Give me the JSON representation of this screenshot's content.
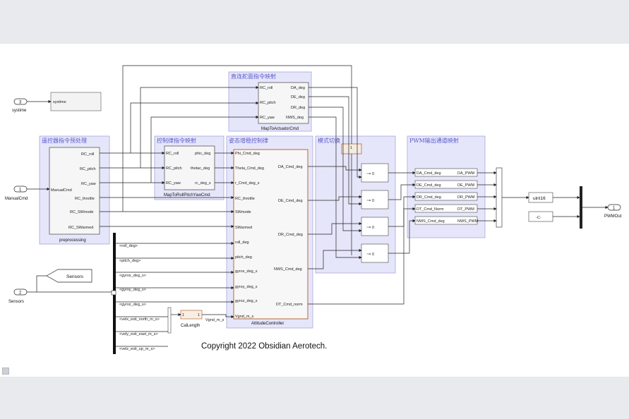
{
  "copyright": "Copyright 2022 Obsidian Aerotech.",
  "inports": [
    {
      "num": "3",
      "name": "systime"
    },
    {
      "num": "1",
      "name": "ManualCmd"
    },
    {
      "num": "2",
      "name": "Sensors"
    }
  ],
  "outport": {
    "num": "1",
    "name": "PWMOut"
  },
  "systime_block": "systime",
  "sensors_goto": "Sensors",
  "preprocessing": {
    "area_title": "遥控器指令预处理",
    "name": "preprocessing",
    "inport": "ManualCmd",
    "outports": [
      "RC_roll",
      "RC_pitch",
      "RC_yaw",
      "RC_throttle",
      "RC_SWmode",
      "RC_SWarmed"
    ]
  },
  "map_rpy": {
    "area_title": "控制律指令映射",
    "name": "MapToRollPitchYawCmd",
    "inports": [
      "RC_roll",
      "RC_pitch",
      "RC_yaw"
    ],
    "outports": [
      "phic_deg",
      "thetac_deg",
      "rc_deg_s"
    ]
  },
  "map_act": {
    "area_title": "直连舵面指令映射",
    "name": "MapToActuatorCmd",
    "inports": [
      "RC_roll",
      "RC_pitch",
      "RC_yaw"
    ],
    "outports": [
      "DA_deg",
      "DE_deg",
      "DR_deg",
      "NWS_deg"
    ]
  },
  "attitude": {
    "area_title": "姿态增稳控制律",
    "name": "AttitudeController",
    "inports": [
      "Phi_Cmd_deg",
      "Theta_Cmd_deg",
      "r_Cmd_deg_s",
      "RC_throttle",
      "SWmode",
      "SWarmed",
      "roll_deg",
      "pitch_deg",
      "gyrox_deg_s",
      "gyroy_deg_s",
      "gyroz_deg_s",
      "Vgnd_m_s"
    ],
    "outports": [
      "DA_Cmd_deg",
      "DE_Cmd_deg",
      "DR_Cmd_deg",
      "NWS_Cmd_deg",
      "DT_Cmd_norm"
    ]
  },
  "mode_switch": {
    "area_title": "模式切换",
    "const_label": "1",
    "switch_label": "~= 0"
  },
  "pwm": {
    "area_title": "PWM输出通道映射",
    "rows": [
      {
        "in": "DA_Cmd_deg",
        "out": "DA_PWM"
      },
      {
        "in": "DE_Cmd_deg",
        "out": "DE_PWM"
      },
      {
        "in": "DR_Cmd_deg",
        "out": "DR_PWM"
      },
      {
        "in": "DT_Cmd_Norm",
        "out": "DT_PWM"
      },
      {
        "in": "NWS_Cmd_deg",
        "out": "NWS_PWM"
      }
    ]
  },
  "uint16_label": "uint16",
  "const_c_label": "-C-",
  "bus_signals": [
    "<roll_deg>",
    "<pitch_deg>",
    "<gyrox_deg_s>",
    "<gyroy_deg_s>",
    "<gyroz_deg_s>",
    "<velx_esti_north_m_s>",
    "<vely_esti_east_m_s>",
    "<velz_esti_up_m_s>"
  ],
  "callength": {
    "name": "CalLength",
    "in_label": "1",
    "out_label": "1"
  },
  "vgnd_label": "Vgnd_m_s"
}
